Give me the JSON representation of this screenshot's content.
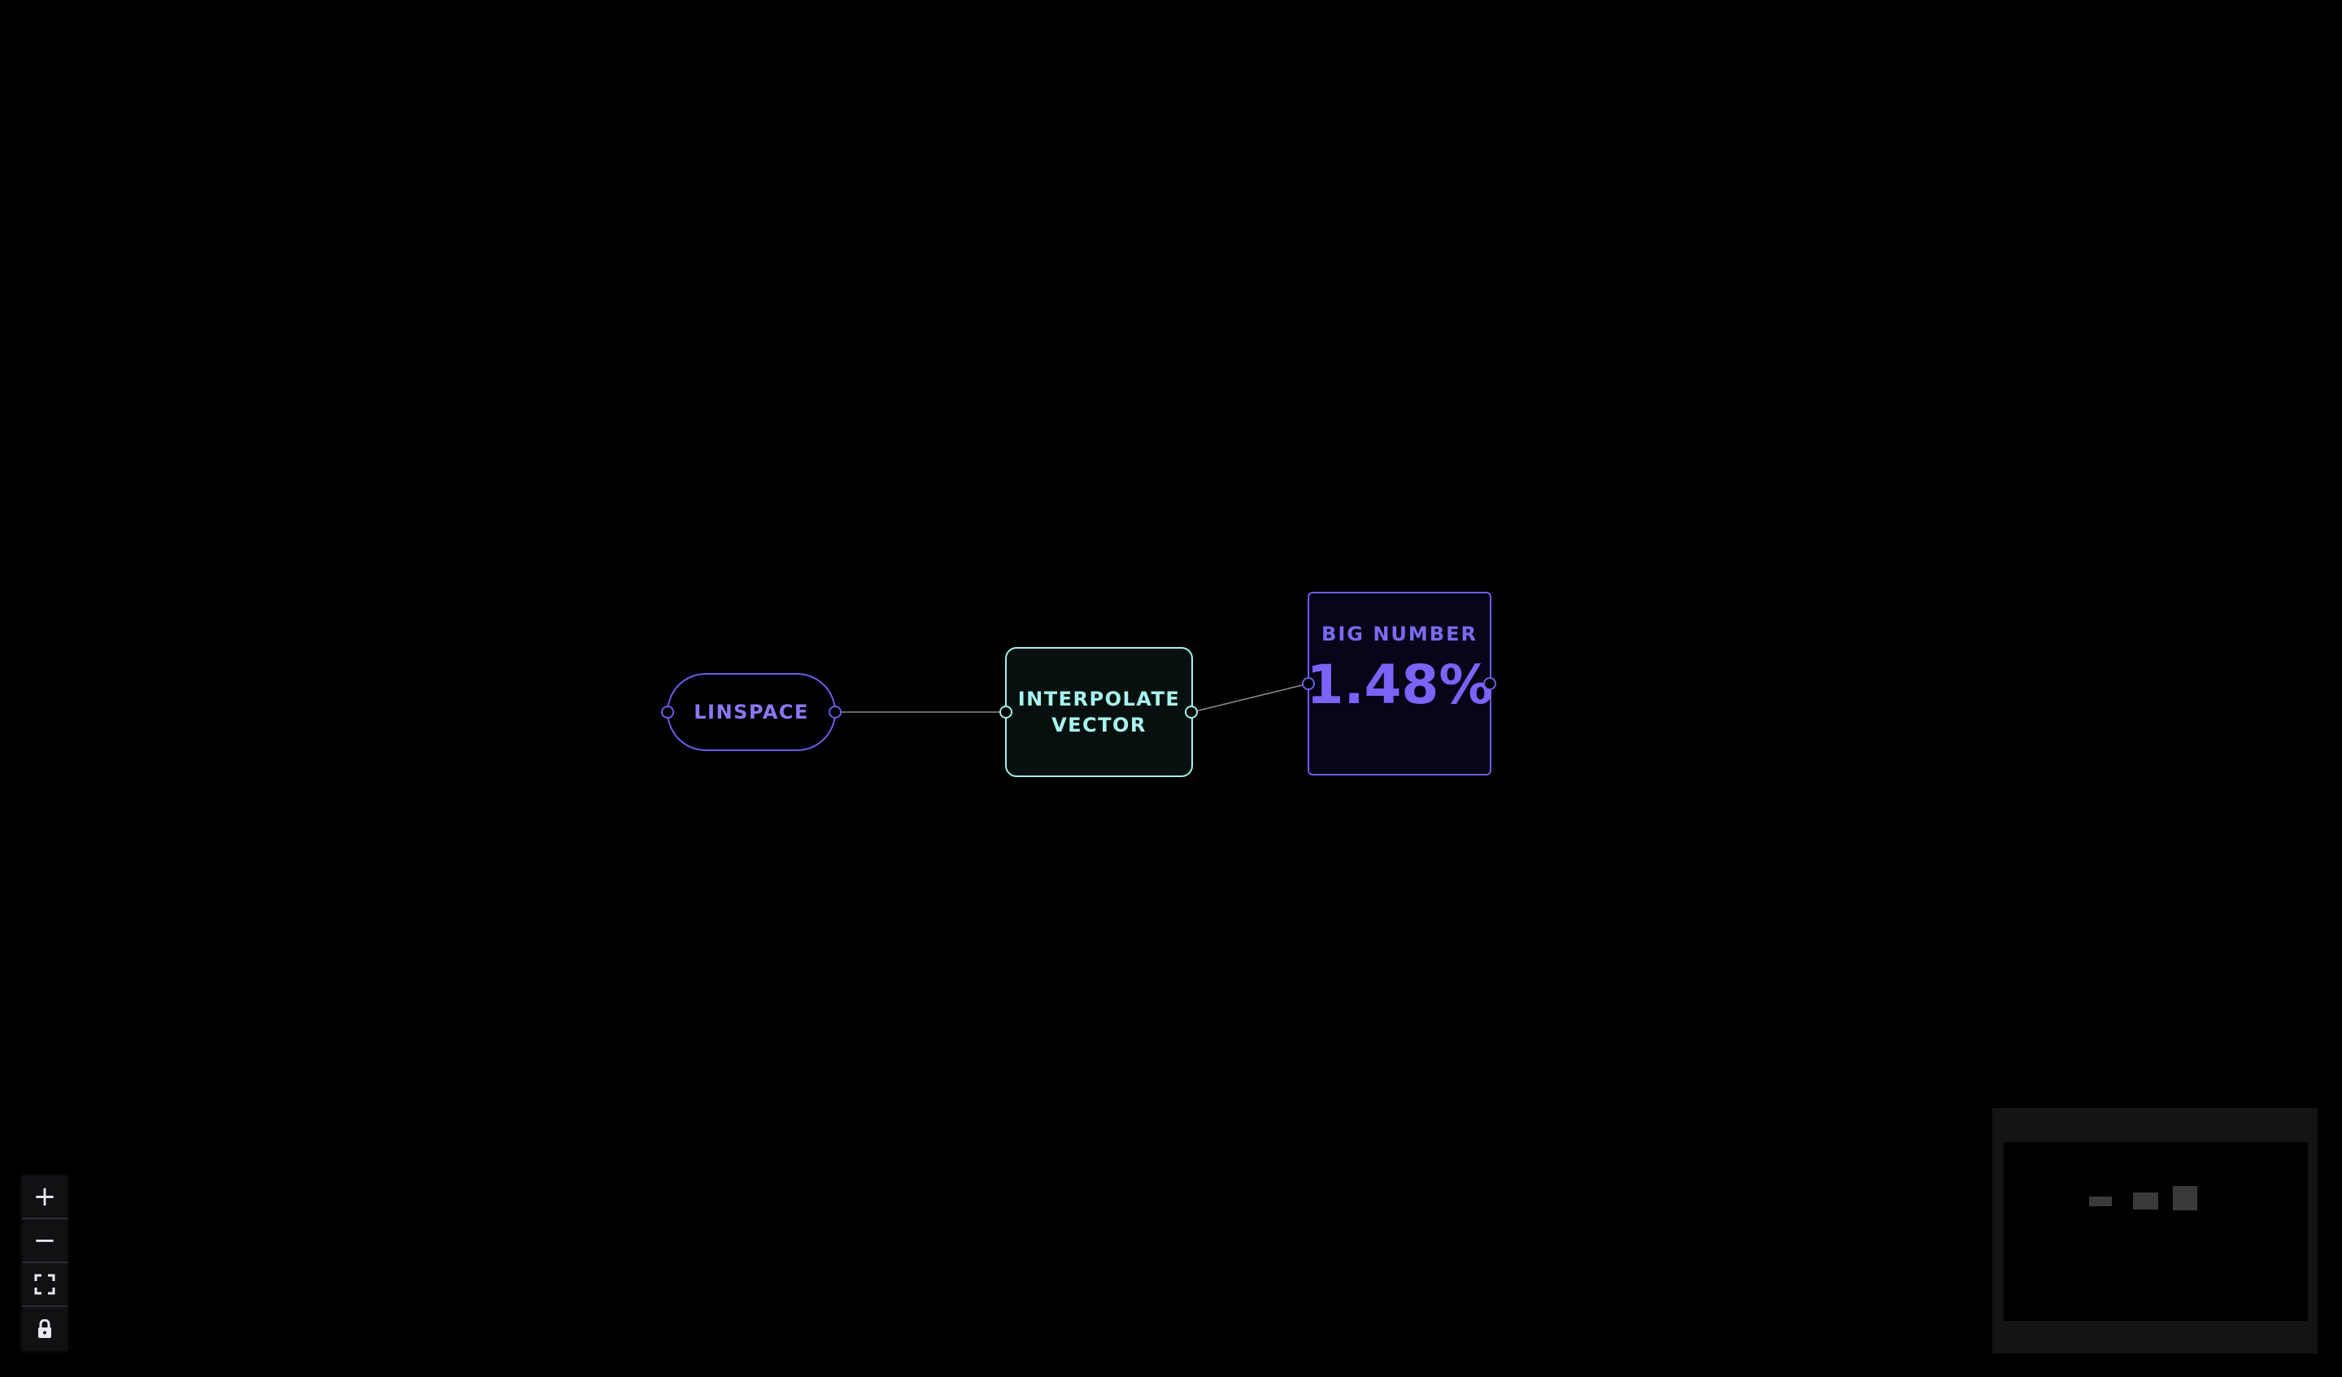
{
  "flow": {
    "nodes": {
      "linspace": {
        "label": "LINSPACE"
      },
      "interpolate_vector": {
        "label_line1": "INTERPOLATE",
        "label_line2": "VECTOR"
      },
      "big_number": {
        "title": "BIG NUMBER",
        "value": "1.48%"
      }
    },
    "edges": [
      {
        "from": "linspace",
        "to": "interpolate_vector"
      },
      {
        "from": "interpolate_vector",
        "to": "big_number"
      }
    ]
  },
  "controls": {
    "zoom_in_icon": "+",
    "zoom_out_icon": "−",
    "fit_view_icon": "fit-view-icon",
    "lock_icon": "lock-icon"
  },
  "colors": {
    "background": "#000000",
    "purple_accent": "#6d5ce6",
    "teal_accent": "#9ff0ea",
    "edge": "#8a8a8a"
  }
}
